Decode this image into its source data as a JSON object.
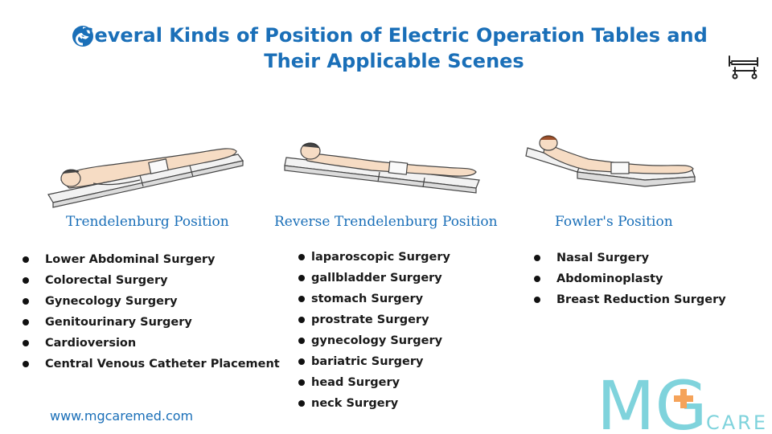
{
  "title": {
    "line1": "Several Kinds of Position of Electric Operation Tables and",
    "line2": "Their Applicable Scenes"
  },
  "icons": {
    "title_icon": "swirl-logo-icon",
    "corner_icon": "operating-bed-icon"
  },
  "positions": [
    {
      "label": "Trendelenburg Position",
      "items": [
        "Lower Abdominal Surgery",
        "Colorectal Surgery",
        "Gynecology Surgery",
        "Genitourinary Surgery",
        "Cardioversion",
        "Central Venous Catheter Placement"
      ]
    },
    {
      "label": "Reverse Trendelenburg Position",
      "items": [
        "laparoscopic Surgery",
        "gallbladder Surgery",
        "stomach Surgery",
        "prostrate Surgery",
        "gynecology Surgery",
        "bariatric Surgery",
        "head Surgery",
        "neck Surgery"
      ]
    },
    {
      "label": "Fowler's Position",
      "items": [
        "Nasal Surgery",
        "Abdominoplasty",
        "Breast Reduction Surgery"
      ]
    }
  ],
  "footer": {
    "url": "www.mgcaremed.com"
  },
  "logo": {
    "letters": "MG",
    "sub": "CARE"
  },
  "colors": {
    "title_blue": "#1a6fb8",
    "logo_teal": "#7fd3dc",
    "logo_orange": "#f5a35a"
  }
}
